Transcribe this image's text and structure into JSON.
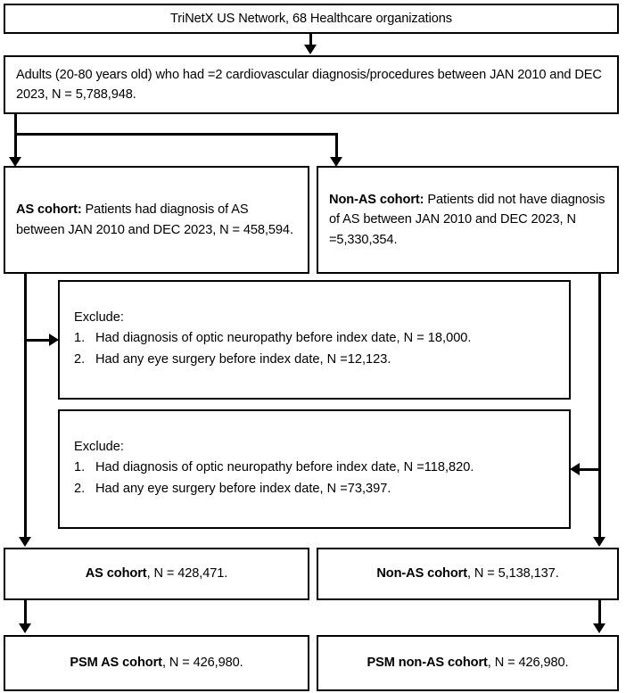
{
  "diagram": {
    "type": "flowchart",
    "title_box": {
      "text": "TriNetX US Network, 68 Healthcare organizations"
    },
    "source_box": {
      "text": "Adults (20-80 years old) who had =2 cardiovascular diagnosis/procedures between JAN 2010 and DEC 2023, N = 5,788,948."
    },
    "as_cohort_box": {
      "label": "AS cohort:",
      "text": " Patients had diagnosis of AS between JAN 2010 and DEC 2023, N = 458,594."
    },
    "non_as_cohort_box": {
      "label": "Non-AS cohort:",
      "text": " Patients did not have diagnosis of AS between JAN 2010 and DEC 2023, N =5,330,354."
    },
    "exclude_as": {
      "heading": "Exclude:",
      "items": [
        {
          "num": "1.",
          "text": "Had diagnosis of optic neuropathy before index date, N = 18,000."
        },
        {
          "num": "2.",
          "text": "Had any eye surgery before index date, N =12,123."
        }
      ]
    },
    "exclude_non_as": {
      "heading": "Exclude:",
      "items": [
        {
          "num": "1.",
          "text": "Had diagnosis of optic neuropathy before index date, N =118,820."
        },
        {
          "num": "2.",
          "text": "Had any eye surgery before index date, N =73,397."
        }
      ]
    },
    "as_result_box": {
      "label": "AS cohort",
      "text": ", N = 428,471."
    },
    "non_as_result_box": {
      "label": "Non-AS cohort",
      "text": ", N = 5,138,137."
    },
    "psm_as_box": {
      "label": "PSM AS cohort",
      "text": ", N = 426,980."
    },
    "psm_non_as_box": {
      "label": "PSM non-AS cohort",
      "text": ", N = 426,980."
    },
    "colors": {
      "stroke": "#000000",
      "background": "#ffffff",
      "text": "#000000"
    }
  }
}
